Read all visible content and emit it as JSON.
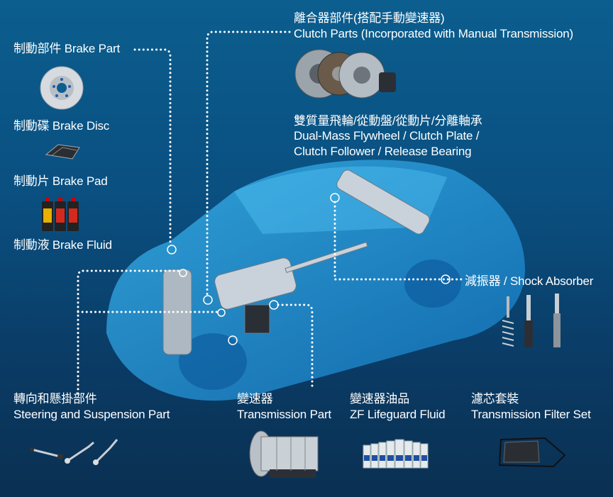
{
  "brake": {
    "part": "制動部件 Brake Part",
    "disc": "制動碟 Brake Disc",
    "pad": "制動片 Brake Pad",
    "fluid": "制動液 Brake Fluid"
  },
  "clutch": {
    "title_zh": "離合器部件(搭配手動變速器)",
    "title_en": "Clutch Parts (Incorporated with Manual Transmission)",
    "items_zh": "雙質量飛輪/從動盤/從動片/分離軸承",
    "items_en_1": "Dual-Mass Flywheel / Clutch Plate /",
    "items_en_2": "Clutch Follower / Release Bearing"
  },
  "shock": {
    "label": "減振器 / Shock Absorber"
  },
  "steering": {
    "zh": "轉向和懸掛部件",
    "en": "Steering and Suspension Part"
  },
  "transmission": {
    "zh": "變速器",
    "en": "Transmission Part"
  },
  "fluid": {
    "zh": "變速器油品",
    "en": "ZF Lifeguard Fluid"
  },
  "filter": {
    "zh": "濾芯套裝",
    "en": "Transmission Filter Set"
  },
  "colors": {
    "background_top": "#0b5e8e",
    "background_bottom": "#0a3052",
    "car": "#1e9ee0"
  }
}
